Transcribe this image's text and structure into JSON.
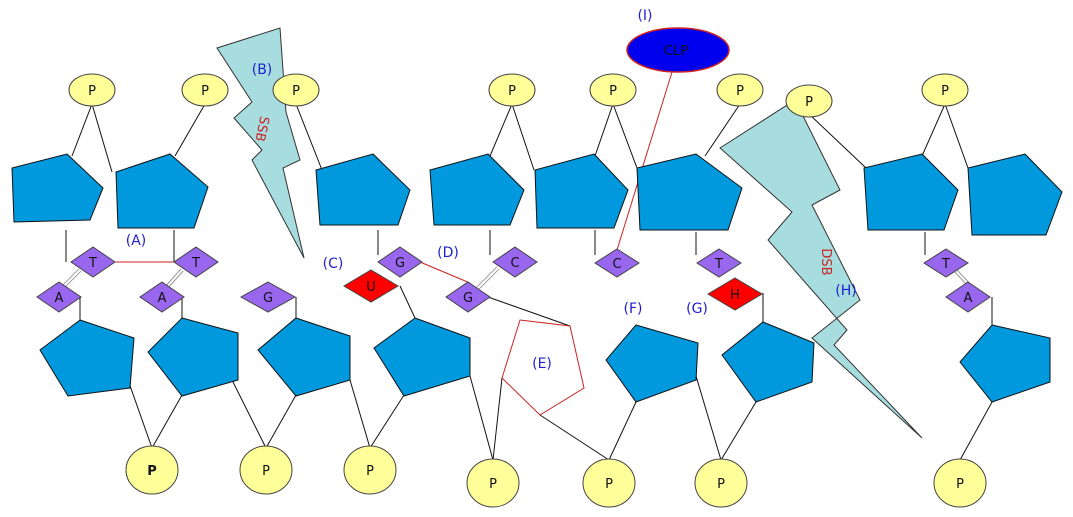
{
  "phosphate_label": "P",
  "labels": {
    "A": "(A)",
    "B": "(B)",
    "C": "(C)",
    "D": "(D)",
    "E": "(E)",
    "F": "(F)",
    "G": "(G)",
    "H": "(H)",
    "I": "(I)"
  },
  "ssb_text": "SSB",
  "dsb_text": "DSB",
  "clp_text": "CLP",
  "bases": {
    "top": [
      "T",
      "T",
      "G",
      "C",
      "C",
      "T",
      "T"
    ],
    "bottom": [
      "A",
      "A",
      "G",
      "U",
      "G",
      "H",
      "A"
    ]
  },
  "colors": {
    "sugar": "#0099dd",
    "phosphate": "#ffff99",
    "base": "#9966ee",
    "damaged_base": "#ff0000",
    "break": "#a8dde0",
    "clp": "#0000ee",
    "label": "#1f1fcc",
    "break_text": "#cc2222"
  }
}
